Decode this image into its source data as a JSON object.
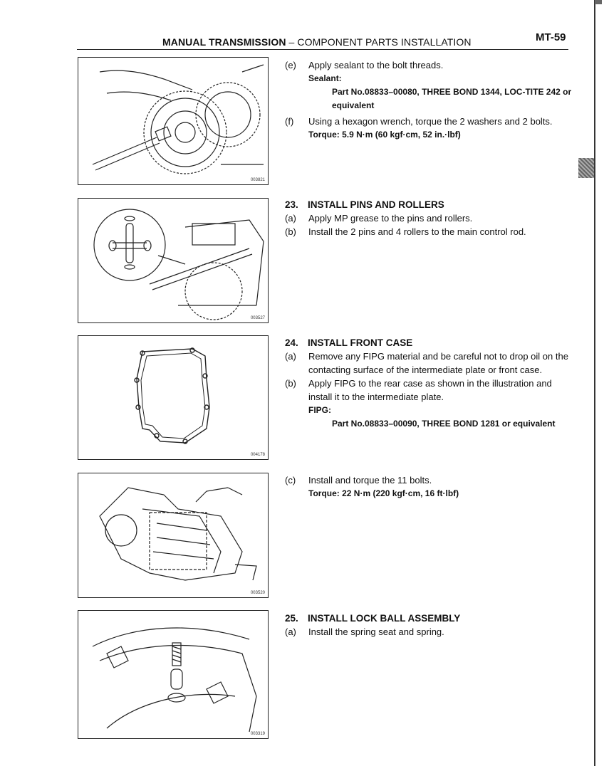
{
  "header": {
    "title": "MANUAL TRANSMISSION",
    "dash": " – ",
    "subtitle": "COMPONENT PARTS INSTALLATION",
    "page_number": "MT-59"
  },
  "figures": [
    {
      "code": "003821"
    },
    {
      "code": "003527"
    },
    {
      "code": "004178"
    },
    {
      "code": "003520"
    },
    {
      "code": "003319"
    }
  ],
  "section_e": {
    "e_label": "(e)",
    "e_text": "Apply sealant to the bolt threads.",
    "sealant_label": "Sealant:",
    "sealant_part": "Part No.08833–00080, THREE BOND 1344, LOC-TITE 242 or equivalent",
    "f_label": "(f)",
    "f_text": "Using a hexagon wrench, torque the 2 washers and 2 bolts.",
    "torque": "Torque: 5.9 N·m (60 kgf·cm, 52 in.·lbf)"
  },
  "section_23": {
    "num": "23.",
    "title": "INSTALL PINS AND ROLLERS",
    "a_label": "(a)",
    "a_text": "Apply MP grease to the pins and rollers.",
    "b_label": "(b)",
    "b_text": "Install the 2 pins and 4 rollers to the main control rod."
  },
  "section_24": {
    "num": "24.",
    "title": "INSTALL FRONT CASE",
    "a_label": "(a)",
    "a_text": "Remove any FIPG material and be careful not to drop oil on the contacting surface of the intermediate plate or front case.",
    "b_label": "(b)",
    "b_text": "Apply FIPG to the rear case as shown in the illustration and install it to the intermediate plate.",
    "fipg_label": "FIPG:",
    "fipg_part": "Part No.08833–00090, THREE BOND 1281 or equivalent",
    "c_label": "(c)",
    "c_text": "Install and torque the 11 bolts.",
    "torque": "Torque: 22 N·m (220 kgf·cm, 16 ft·lbf)"
  },
  "section_25": {
    "num": "25.",
    "title": "INSTALL LOCK BALL ASSEMBLY",
    "a_label": "(a)",
    "a_text": "Install the spring seat and spring."
  }
}
